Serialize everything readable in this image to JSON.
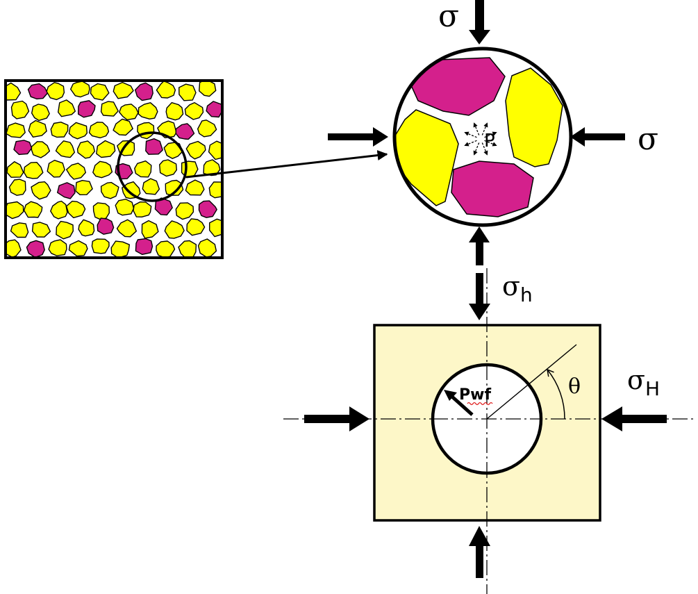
{
  "labels": {
    "sigma_top": "σ",
    "sigma_right": "σ",
    "pore_pressure": "P",
    "sigma_h_base": "σ",
    "sigma_h_sub": "h",
    "sigma_H_base": "σ",
    "sigma_H_sub": "H",
    "theta": "θ",
    "pwf": "Pwf"
  },
  "colors": {
    "grain_yellow": "#ffff00",
    "grain_magenta": "#d4208c",
    "rock_block": "#fdf7c8",
    "outline": "#000000"
  },
  "icons": {
    "stress_arrow": "bold-arrow-icon",
    "pressure_arrows": "radial-arrows-icon"
  }
}
